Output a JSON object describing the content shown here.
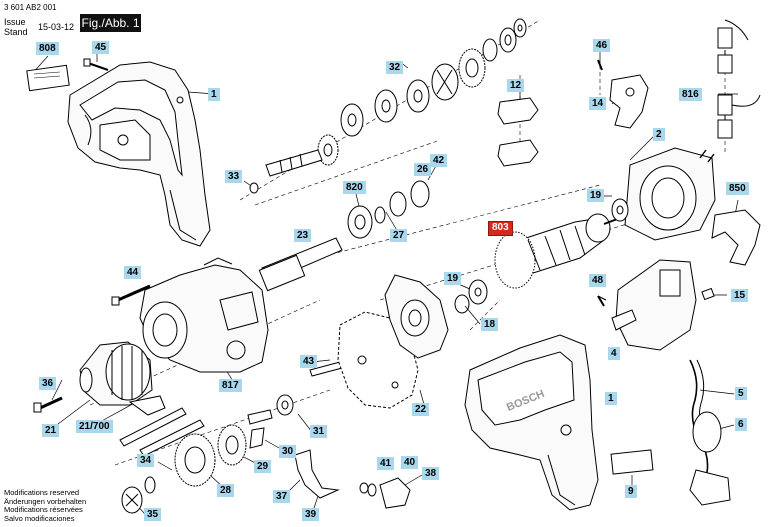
{
  "header": {
    "doc_number": "3 601 AB2 001",
    "issue_label": "Issue",
    "stand_label": "Stand",
    "date": "15-03-12",
    "figure": "Fig./Abb. 1"
  },
  "notes": [
    "Modifications reserved",
    "Änderungen vorbehalten",
    "Modifications réservées",
    "Salvo modificaciones"
  ],
  "brand_text": "BOSCH",
  "highlight_color": "#d6281c",
  "label_color": "#a9d8ec",
  "labels": {
    "p808": "808",
    "p45": "45",
    "p1_top": "1",
    "p32": "32",
    "p12": "12",
    "p46": "46",
    "p14": "14",
    "p816": "816",
    "p2": "2",
    "p33": "33",
    "p820": "820",
    "p26": "26",
    "p42": "42",
    "p27": "27",
    "p23": "23",
    "p19_top": "19",
    "p850": "850",
    "p803": "803",
    "p44": "44",
    "p19_mid": "19",
    "p48": "48",
    "p15": "15",
    "p18": "18",
    "p4": "4",
    "p43": "43",
    "p36": "36",
    "p817": "817",
    "p1_mid": "1",
    "p5": "5",
    "p6": "6",
    "p22": "22",
    "p21": "21",
    "p21_700": "21/700",
    "p31": "31",
    "p30": "30",
    "p34": "34",
    "p29": "29",
    "p41": "41",
    "p40": "40",
    "p38": "38",
    "p28": "28",
    "p37": "37",
    "p35": "35",
    "p39": "39",
    "p9": "9"
  }
}
